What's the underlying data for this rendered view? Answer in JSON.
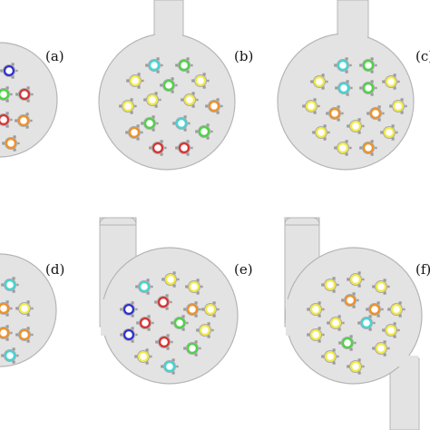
{
  "panels": [
    {
      "id": "a",
      "label": "(a)"
    },
    {
      "id": "b",
      "label": "(b)"
    },
    {
      "id": "c",
      "label": "(c)"
    },
    {
      "id": "d",
      "label": "(d)"
    },
    {
      "id": "e",
      "label": "(e)"
    },
    {
      "id": "f",
      "label": "(f)"
    }
  ],
  "colors": {
    "vessel_fill": "#e3e3e3",
    "vessel_stroke": "#b5b5b5",
    "tube_wall": "#a9a9a9",
    "fin": "#9c9c9c",
    "yellow": "#f2ea4a",
    "green": "#4cd444",
    "cyan": "#43d6d6",
    "red": "#d83232",
    "orange": "#f09228",
    "blue": "#2d2fd1",
    "ring_inner": "#ffffff"
  }
}
